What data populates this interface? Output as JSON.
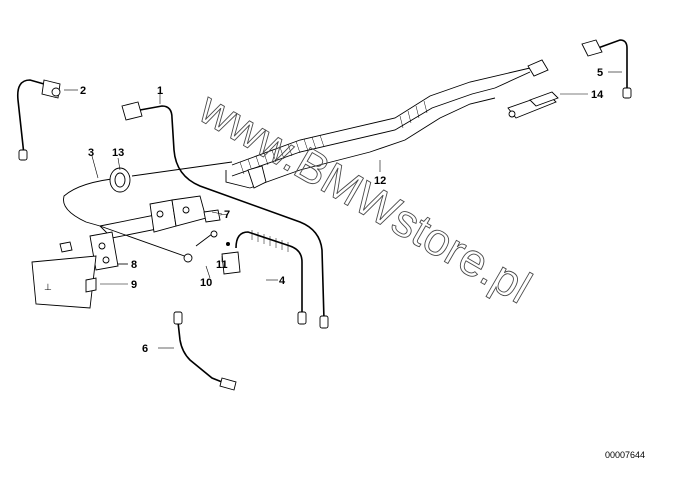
{
  "watermark": "www.BMWstore.pl",
  "diagram_ref": "00007644",
  "callouts": [
    "1",
    "2",
    "3",
    "4",
    "5",
    "6",
    "7",
    "8",
    "9",
    "10",
    "11",
    "12",
    "13",
    "14"
  ]
}
